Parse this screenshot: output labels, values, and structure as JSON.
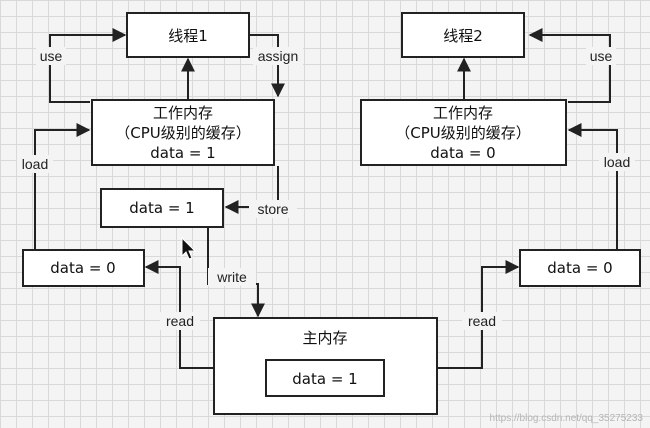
{
  "nodes": {
    "thread1": "线程1",
    "thread2": "线程2",
    "wm1": [
      "工作内存",
      "（CPU级别的缓存）",
      "data = 1"
    ],
    "wm2": [
      "工作内存",
      "（CPU级别的缓存）",
      "data = 0"
    ],
    "store_box": "data = 1",
    "left_box": "data = 0",
    "right_box": "data = 0",
    "main_memory": "主内存",
    "main_data": "data = 1"
  },
  "edges": {
    "use_left": "use",
    "assign": "assign",
    "use_right": "use",
    "load_left": "load",
    "load_right": "load",
    "store": "store",
    "write": "write",
    "read_left": "read",
    "read_right": "read"
  },
  "watermark": "https://blog.csdn.net/qq_35275233"
}
